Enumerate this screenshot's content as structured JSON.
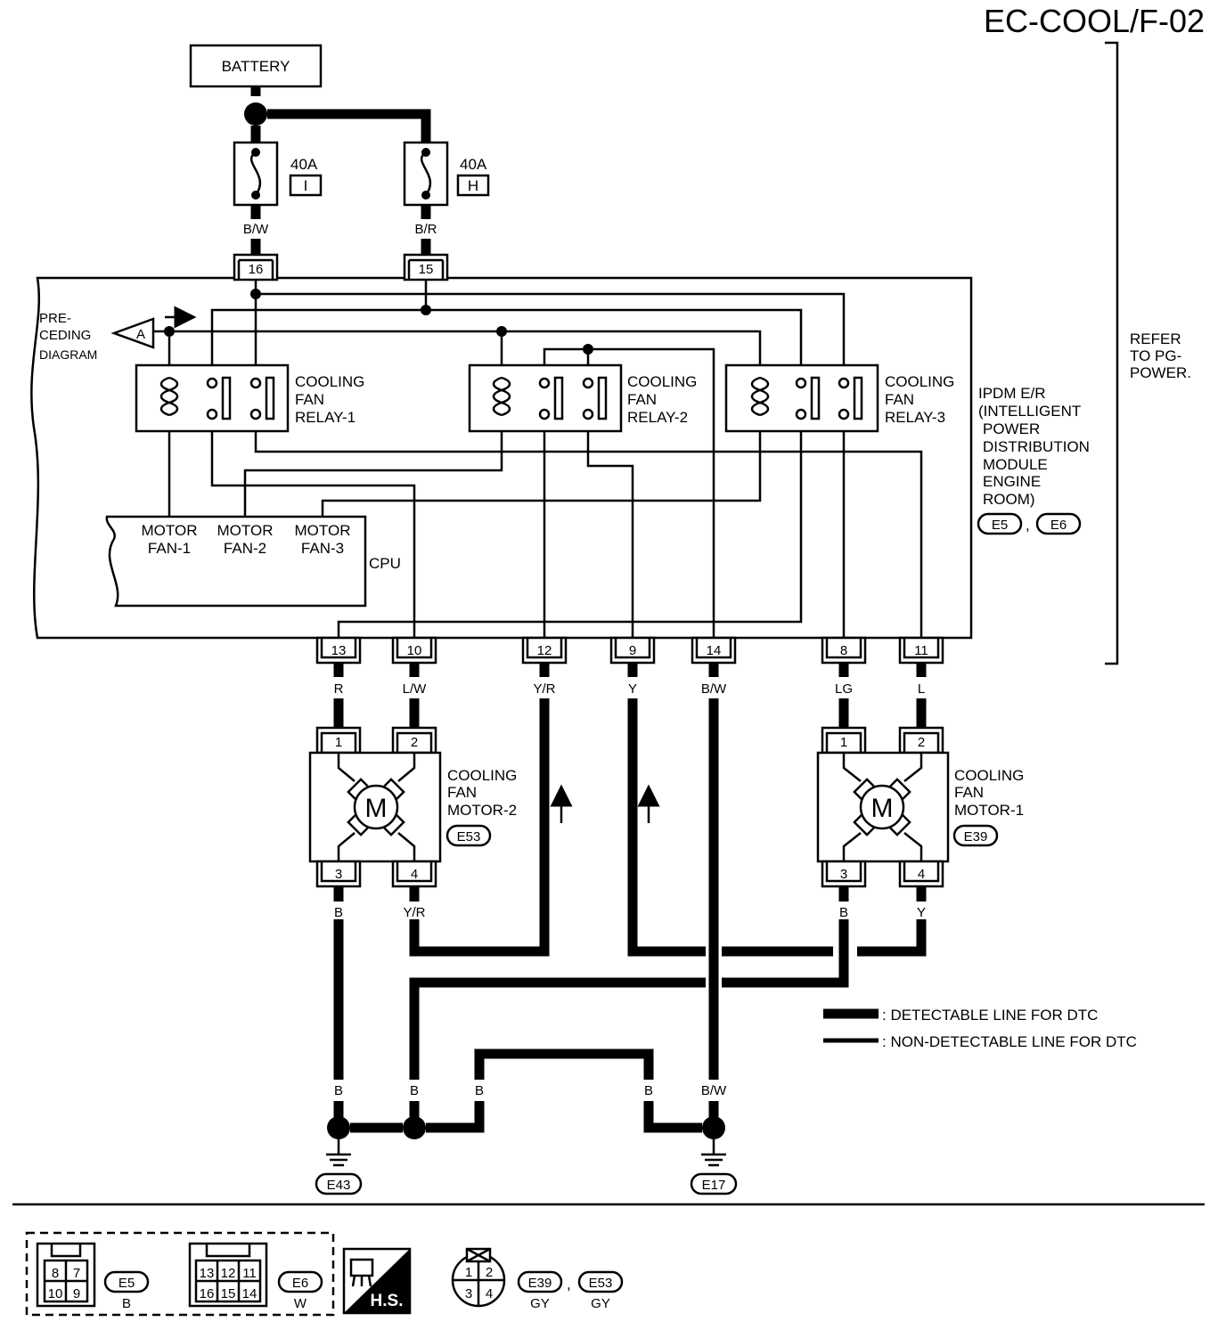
{
  "title": "EC-COOL/F-02",
  "battery": "BATTERY",
  "fuses": [
    {
      "rating": "40A",
      "letter": "I",
      "wire": "B/W",
      "pin": "16"
    },
    {
      "rating": "40A",
      "letter": "H",
      "wire": "B/R",
      "pin": "15"
    }
  ],
  "preceding": {
    "line1": "PRE-",
    "line2": "CEDING",
    "line3": "DIAGRAM",
    "marker": "A"
  },
  "relays": [
    {
      "line1": "COOLING",
      "line2": "FAN",
      "line3": "RELAY-1"
    },
    {
      "line1": "COOLING",
      "line2": "FAN",
      "line3": "RELAY-2"
    },
    {
      "line1": "COOLING",
      "line2": "FAN",
      "line3": "RELAY-3"
    }
  ],
  "cpu": {
    "label": "CPU",
    "fans": [
      {
        "line1": "MOTOR",
        "line2": "FAN-1"
      },
      {
        "line1": "MOTOR",
        "line2": "FAN-2"
      },
      {
        "line1": "MOTOR",
        "line2": "FAN-3"
      }
    ]
  },
  "ipdm": {
    "lines": [
      "IPDM E/R",
      "(INTELLIGENT",
      "POWER",
      "DISTRIBUTION",
      "MODULE",
      "ENGINE",
      "ROOM)"
    ],
    "connectors": [
      "E5",
      "E6"
    ],
    "separator": ","
  },
  "refer": {
    "lines": [
      "REFER",
      "TO PG-",
      "POWER."
    ]
  },
  "ipdm_pins": [
    {
      "pin": "13",
      "wire": "R"
    },
    {
      "pin": "10",
      "wire": "L/W"
    },
    {
      "pin": "12",
      "wire": "Y/R"
    },
    {
      "pin": "9",
      "wire": "Y"
    },
    {
      "pin": "14",
      "wire": "B/W"
    },
    {
      "pin": "8",
      "wire": "LG"
    },
    {
      "pin": "11",
      "wire": "L"
    }
  ],
  "motors": [
    {
      "line1": "COOLING",
      "line2": "FAN",
      "line3": "MOTOR-2",
      "connector": "E53",
      "symbol": "M",
      "pins_top": [
        "1",
        "2"
      ],
      "pins_bottom": [
        "3",
        "4"
      ],
      "wires_bottom": [
        "B",
        "Y/R"
      ]
    },
    {
      "line1": "COOLING",
      "line2": "FAN",
      "line3": "MOTOR-1",
      "connector": "E39",
      "symbol": "M",
      "pins_top": [
        "1",
        "2"
      ],
      "pins_bottom": [
        "3",
        "4"
      ],
      "wires_bottom": [
        "B",
        "Y"
      ]
    }
  ],
  "ground_wires": [
    "B",
    "B",
    "B",
    "B",
    "B/W"
  ],
  "grounds": [
    "E43",
    "E17"
  ],
  "legend": {
    "detectable": ": DETECTABLE LINE FOR DTC",
    "non_detectable": ": NON-DETECTABLE LINE FOR DTC"
  },
  "connector_views": {
    "e5": {
      "pins": [
        "8",
        "7",
        "10",
        "9"
      ],
      "id": "E5",
      "color": "B"
    },
    "e6": {
      "pins": [
        "13",
        "12",
        "11",
        "16",
        "15",
        "14"
      ],
      "id": "E6",
      "color": "W"
    },
    "hs": "H.S.",
    "motor_conn": {
      "pins": [
        "1",
        "2",
        "3",
        "4"
      ],
      "ids": [
        "E39",
        "E53"
      ],
      "colors": [
        "GY",
        "GY"
      ],
      "separator": ","
    }
  }
}
